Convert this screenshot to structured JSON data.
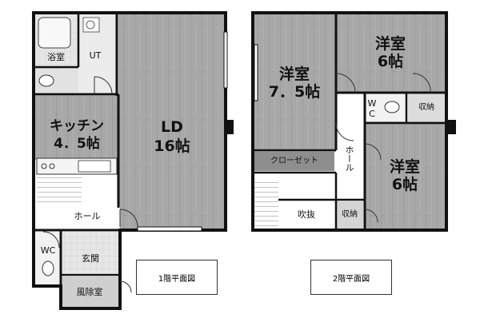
{
  "floor1": {
    "caption": "1階平面図",
    "rooms": {
      "bath": "浴室",
      "ut": "UT",
      "kitchen_name": "キッチン",
      "kitchen_size": "4．5帖",
      "ld_name": "LD",
      "ld_size": "16帖",
      "hall": "ホール",
      "wc": "WC",
      "genkan": "玄関",
      "fujoshitsu": "風除室"
    }
  },
  "floor2": {
    "caption": "2階平面図",
    "rooms": {
      "western_a_name": "洋室",
      "western_a_size": "7．5帖",
      "western_b_name": "洋室",
      "western_b_size": "6帖",
      "western_c_name": "洋室",
      "western_c_size": "6帖",
      "wc_w": "W",
      "wc_c": "C",
      "storage_top": "収納",
      "closet": "クローゼット",
      "hall": "ホール",
      "fukinuke": "吹抜",
      "storage_bottom": "収納"
    }
  },
  "colors": {
    "wall": "#111111",
    "floor_wood": "#a9a9a9",
    "tile": "#e4e4e4",
    "entrance": "#c0c0c0",
    "closet": "#8e8e8e"
  }
}
